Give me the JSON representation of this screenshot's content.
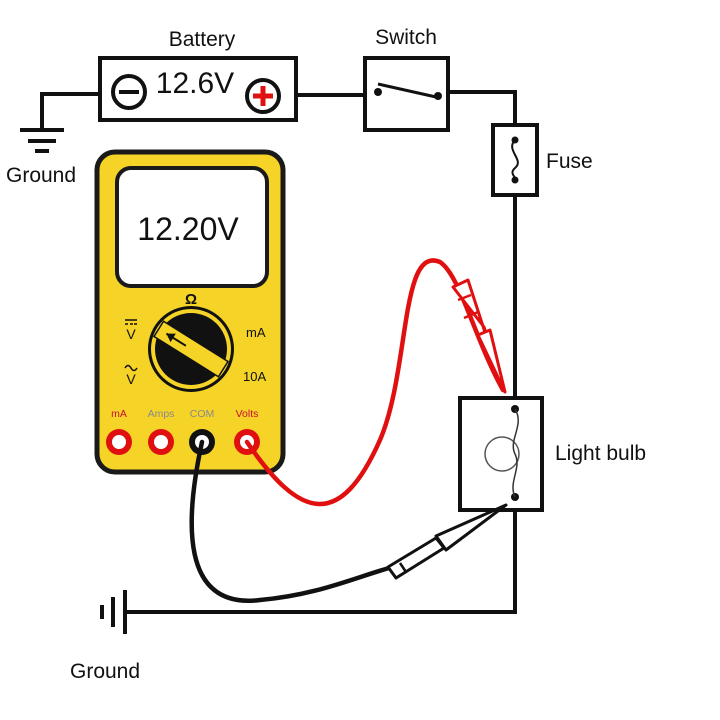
{
  "labels": {
    "battery": "Battery",
    "switch": "Switch",
    "fuse": "Fuse",
    "ground_top": "Ground",
    "light_bulb": "Light bulb",
    "ground_bottom": "Ground"
  },
  "battery": {
    "voltage": "12.6V",
    "negative_symbol": "minus-icon",
    "positive_symbol": "plus-icon"
  },
  "multimeter": {
    "display": "12.20V",
    "dial": {
      "ohm": "Ω",
      "dc_volts": "V",
      "ac_volts": "V",
      "ma": "mA",
      "ten_amp": "10A"
    },
    "jacks": [
      "mA",
      "Amps",
      "COM",
      "Volts"
    ]
  },
  "colors": {
    "meter_body": "#f5d327",
    "meter_outline": "#1a1a1a",
    "red_lead": "#e01010",
    "black_lead": "#111111",
    "wire": "#111111",
    "jack_red": "#e01010",
    "jack_label_red": "#c8102e",
    "jack_label_grey": "#8a8a8a"
  }
}
